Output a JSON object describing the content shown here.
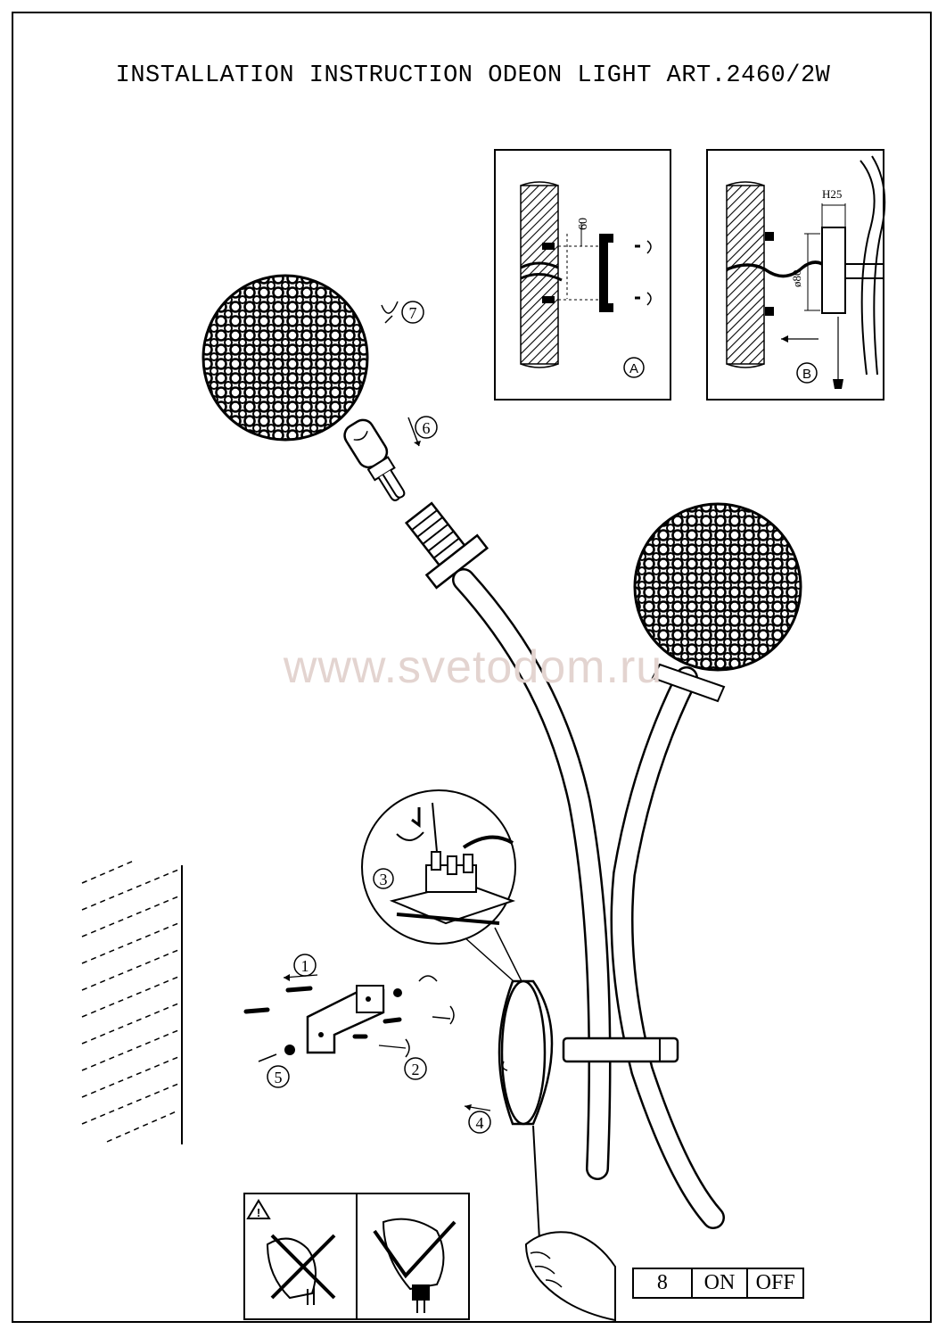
{
  "title": "INSTALLATION INSTRUCTION ODEON LIGHT ART.2460/2W",
  "watermark": "www.svetodom.ru",
  "panel_a": {
    "dimension": "60",
    "label": "A"
  },
  "panel_b": {
    "height_label": "H25",
    "diameter_label": "ø80",
    "label": "B"
  },
  "steps": [
    "1",
    "2",
    "3",
    "4",
    "5",
    "6",
    "7"
  ],
  "warning_symbol": "!",
  "switch_table": {
    "col1": "8",
    "col2": "ON",
    "col3": "OFF"
  },
  "icons": [
    "warning-triangle-icon",
    "hand-icon",
    "halogen-bulb-icon",
    "wire-mesh-globe-icon"
  ]
}
